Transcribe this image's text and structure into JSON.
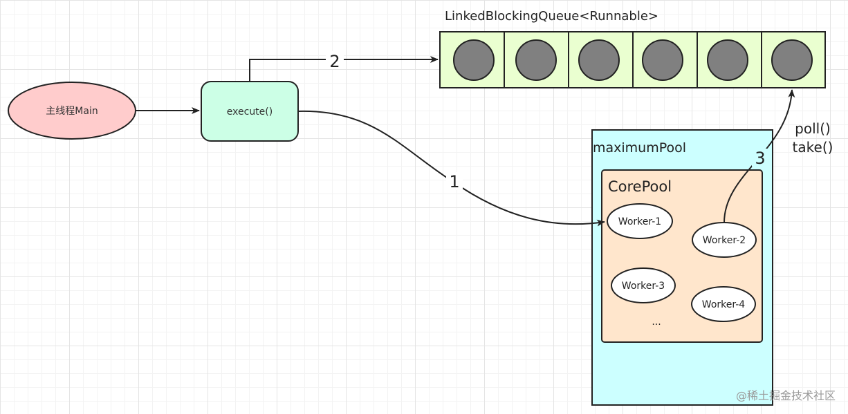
{
  "queue": {
    "label": "LinkedBlockingQueue<Runnable>",
    "slot_count": 6,
    "slot_fill": "#eaffd0",
    "circle_fill": "#808080"
  },
  "main_thread": {
    "label": "主线程Main",
    "fill": "#ffcccc"
  },
  "execute": {
    "label": "execute()",
    "fill": "#ccffe6"
  },
  "maximum_pool": {
    "label": "maximumPool",
    "fill": "#ccffff"
  },
  "core_pool": {
    "label": "CorePool",
    "fill": "#ffe6cc"
  },
  "workers": [
    "Worker-1",
    "Worker-2",
    "Worker-3",
    "Worker-4"
  ],
  "ellipsis": "...",
  "arrows": {
    "step1": "1",
    "step2": "2",
    "step3": "3"
  },
  "methods": {
    "poll": "poll()",
    "take": "take()"
  },
  "watermark": "@稀土掘金技术社区"
}
